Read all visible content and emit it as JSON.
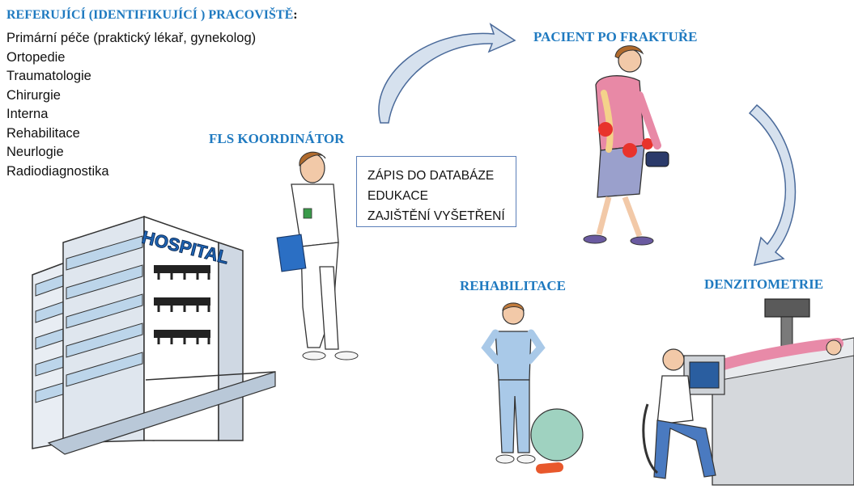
{
  "referring": {
    "title": "REFERUJÍCÍ (IDENTIFIKUJÍCÍ ) PRACOVIŠTĚ",
    "colon": ":",
    "items": [
      "Primární péče (praktický lékař, gynekolog)",
      "Ortopedie",
      "Traumatologie",
      "Chirurgie",
      "Interna",
      "Rehabilitace",
      "Neurlogie",
      "Radiodiagnostika"
    ]
  },
  "coordinator": {
    "title": "FLS KOORDINÁTOR",
    "tasks": [
      "ZÁPIS DO DATABÁZE",
      "EDUKACE",
      "ZAJIŠTĚNÍ VYŠETŘENÍ"
    ]
  },
  "patient": {
    "title": "PACIENT PO FRAKTUŘE"
  },
  "densitometry": {
    "title": "DENZITOMETRIE"
  },
  "rehab": {
    "title": "REHABILITACE"
  },
  "hospital": {
    "sign": "HOSPITAL"
  },
  "colors": {
    "heading": "#1f7ac0",
    "arrow_fill": "#d6e1ee",
    "arrow_stroke": "#4a6a9a",
    "box_border": "#5b7fb8"
  }
}
